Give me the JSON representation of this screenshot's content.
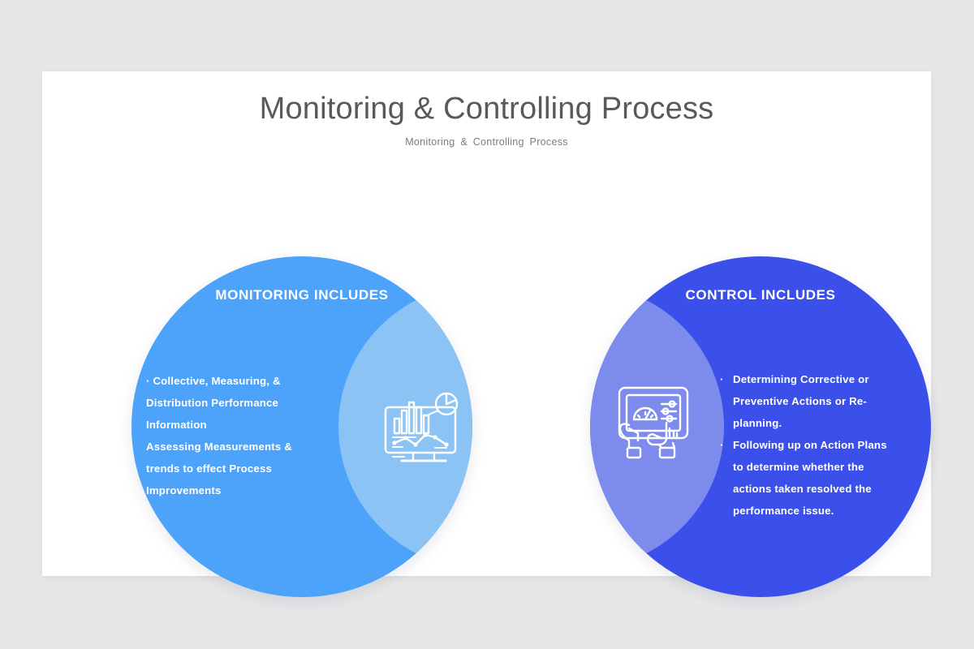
{
  "slide": {
    "title": "Monitoring & Controlling Process",
    "subtitle": "Monitoring  & Controlling  Process"
  },
  "colors": {
    "page_background": "#e7e7e8",
    "card_background": "#ffffff",
    "title_text": "#58595b",
    "subtitle_text": "#7c7c7e",
    "left_circle": "#4da3fa",
    "left_overlap": "#8cc3f5",
    "right_circle": "#3b50ea",
    "right_overlap": "#7d8cec",
    "circle_text": "#ffffff"
  },
  "left": {
    "heading": "MONITORING INCLUDES",
    "icon": "monitor-analytics-icon",
    "lines": [
      "· Collective,  Measuring,  &",
      "Distribution  Performance",
      "Information",
      "Assessing Measurements  &",
      "trends to effect Process",
      "Improvements"
    ]
  },
  "right": {
    "heading": "CONTROL INCLUDES",
    "icon": "tablet-control-panel-icon",
    "bullets": [
      {
        "mark": "·",
        "lines": [
          "Determining  Corrective or",
          "Preventive Actions or Re-",
          "planning."
        ]
      },
      {
        "mark": "·",
        "lines": [
          "Following  up on Action Plans",
          "to determine  whether the",
          "actions taken resolved the",
          "performance issue."
        ]
      }
    ]
  }
}
